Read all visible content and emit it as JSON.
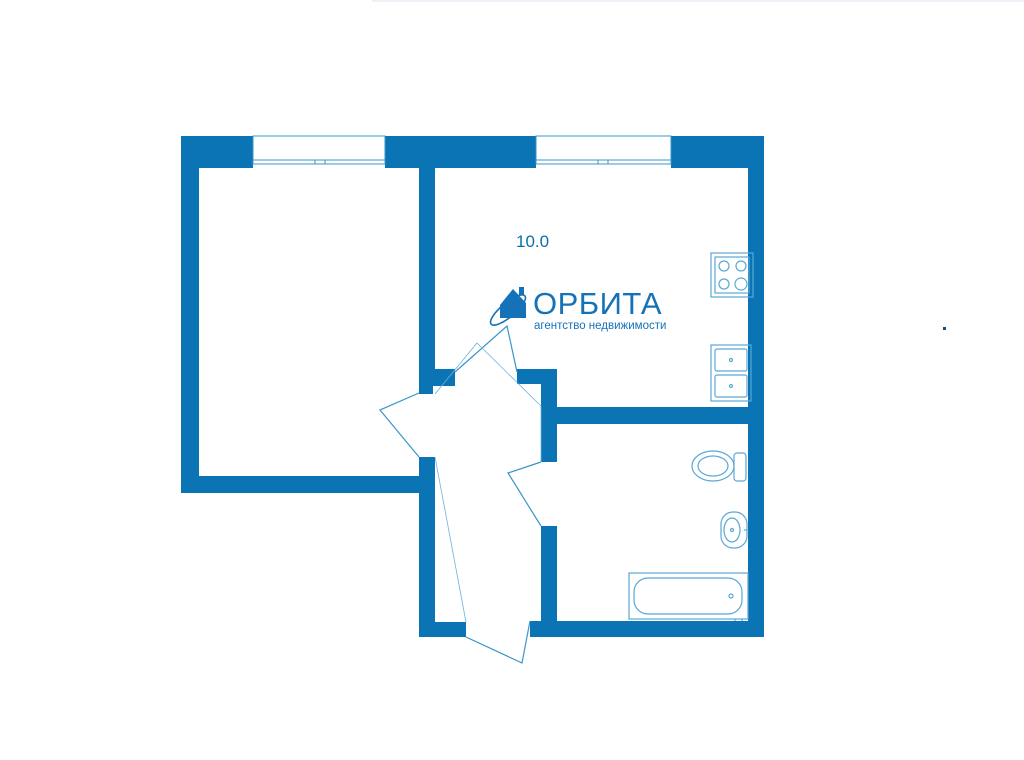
{
  "floor_plan": {
    "room_area_label": "10.0",
    "colors": {
      "wall": "#0b74b5",
      "line": "#3a95c9",
      "fixture": "#5aa8d6",
      "background": "#ffffff"
    }
  },
  "logo": {
    "name": "ОРБИТА",
    "tagline": "агентство недвижимости",
    "icon": "house-orbit-icon",
    "color": "#1572b8"
  }
}
